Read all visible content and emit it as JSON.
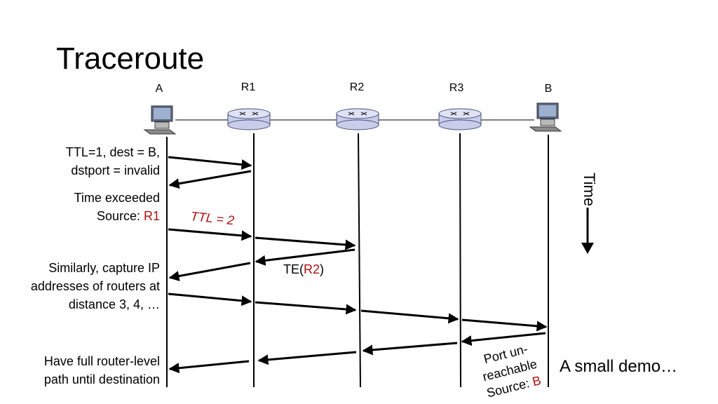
{
  "title": "Traceroute",
  "nodes": {
    "a": "A",
    "r1": "R1",
    "r2": "R2",
    "r3": "R3",
    "b": "B"
  },
  "time_label": "Time",
  "notes": {
    "ttl1_line1": "TTL=1, dest = B,",
    "ttl1_line2": "dstport = invalid",
    "te_line1": "Time exceeded",
    "te_source_prefix": "Source: ",
    "te_source_value": "R1",
    "ttl2": "TTL = 2",
    "te2_prefix": "TE(",
    "te2_value": "R2",
    "te2_suffix": ")",
    "similar_line1": "Similarly, capture IP",
    "similar_line2": "addresses of routers at",
    "similar_line3": "distance 3, 4, …",
    "full_line1": "Have full router-level",
    "full_line2": "path until destination",
    "port_line1": "Port un-",
    "port_line2": "reachable",
    "port_source_prefix": "Source: ",
    "port_source_value": "B",
    "demo": "A small demo…"
  },
  "colors": {
    "accent_red": "#b01010",
    "router_fill": "#c8cdea",
    "router_stroke": "#4a4f7a"
  }
}
